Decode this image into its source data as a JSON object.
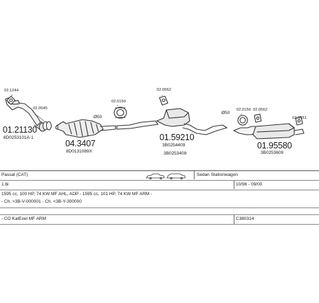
{
  "parts": [
    {
      "code": "01.21130",
      "oe": "8D0253101A-1"
    },
    {
      "code": "04.3407",
      "oe": "8D0131089X"
    },
    {
      "code": "01.59210",
      "oe1": "3B0254409",
      "oe2": "3B0253409"
    },
    {
      "code": "01.95580",
      "oe": "3B0253609"
    }
  ],
  "fittings": {
    "f1": "02.1244",
    "f2": "02.0545",
    "f3": "02.0150",
    "f4": "02.0562",
    "f5": "02.0150",
    "f6": "02.0562",
    "f7": "02.9551"
  },
  "pipe_diameters": [
    "Ø50",
    "Ø50"
  ],
  "info": {
    "model": "Passat  (CAT)",
    "body": "Sedan Stationwagon",
    "engine": "1.6i",
    "years": "10/96 - 09/00",
    "engine_detail": "1595 cc, 100 HP, 74 KW MF AHL, ADP - 1595 cc, 101 HP, 74 KW MF ARM -",
    "chassis": "- Ch. >3B-V-000001 - Ch. <3B-Y-300000",
    "variant": "- CO  KatExel  MF ARM",
    "set_code": "C380314"
  }
}
